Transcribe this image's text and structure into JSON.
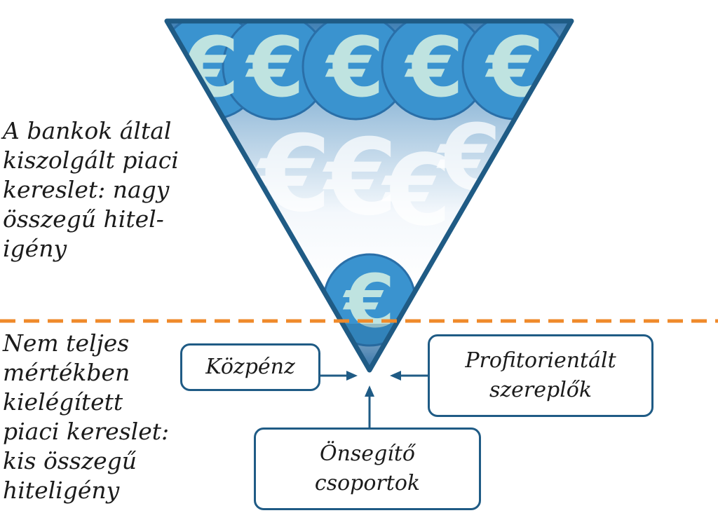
{
  "diagram": {
    "upper_text_lines": [
      "A bankok által",
      "kiszolgált piaci",
      "kereslet: nagy",
      "összegű hitel-",
      "igény"
    ],
    "lower_text_lines": [
      "Nem teljes",
      "mértékben",
      "kielégített",
      "piaci kereslet:",
      "kis összegű",
      "hiteligény"
    ],
    "boxes": {
      "kozpenz": [
        "Közpénz"
      ],
      "profit": [
        "Profitorientált",
        "szereplők"
      ],
      "onsegito": [
        "Önsegítő",
        "csoportok"
      ]
    },
    "coin_symbol": "€",
    "colors": {
      "coin": "#3a93cf",
      "coin_symbol": "#bfe3e0",
      "funnel_border": "#1f5b85",
      "dashed_line": "#ef8a2a",
      "box_border": "#1f5b85",
      "arrow": "#1f5b85"
    }
  }
}
